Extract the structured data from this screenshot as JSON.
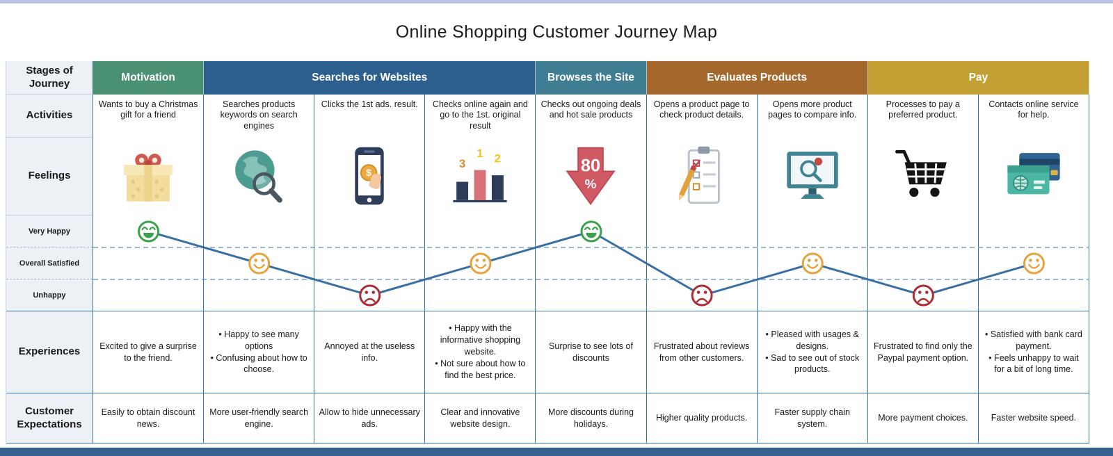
{
  "title": "Online Shopping Customer Journey Map",
  "row_labels": {
    "stages": "Stages of Journey",
    "activities": "Activities",
    "feelings": "Feelings",
    "very_happy": "Very Happy",
    "overall_satisfied": "Overall Satisfied",
    "unhappy": "Unhappy",
    "experiences": "Experiences",
    "expectations": "Customer Expectations"
  },
  "stages": [
    {
      "label": "Motivation",
      "span": 1,
      "color": "#4a9173"
    },
    {
      "label": "Searches for Websites",
      "span": 3,
      "color": "#2d5f8e"
    },
    {
      "label": "Browses the Site",
      "span": 1,
      "color": "#3e7d92"
    },
    {
      "label": "Evaluates Products",
      "span": 2,
      "color": "#a5682c"
    },
    {
      "label": "Pay",
      "span": 2,
      "color": "#c3a033"
    }
  ],
  "columns": [
    {
      "activity": "Wants to buy a Christmas gift for a friend",
      "icon": "gift-icon",
      "emotion": "very-happy",
      "experience": "Excited to give a surprise to the friend.",
      "expectation": "Easily to obtain discount news."
    },
    {
      "activity": "Searches products keywords on search engines",
      "icon": "globe-search-icon",
      "emotion": "overall-satisfied",
      "experience": "• Happy to see many options\n• Confusing about how to choose.",
      "expectation": "More user-friendly search engine."
    },
    {
      "activity": "Clicks the 1st ads. result.",
      "icon": "phone-ad-icon",
      "icon_text": "$",
      "emotion": "unhappy",
      "experience": "Annoyed at the useless info.",
      "expectation": "Allow to hide unnecessary ads."
    },
    {
      "activity": "Checks online again and go to the 1st. original result",
      "icon": "search-rank-bars-icon",
      "icon_texts": [
        "3",
        "1",
        "2"
      ],
      "emotion": "overall-satisfied",
      "experience": "• Happy with the informative shopping website.\n• Not sure about how to find the best price.",
      "expectation": "Clear and innovative website design."
    },
    {
      "activity": "Checks out ongoing deals and hot sale products",
      "icon": "discount-arrow-icon",
      "icon_texts": [
        "80",
        "%"
      ],
      "emotion": "very-happy",
      "experience": "Surprise to see lots of discounts",
      "expectation": "More discounts during holidays."
    },
    {
      "activity": "Opens a product page to check product details.",
      "icon": "checklist-clipboard-icon",
      "emotion": "unhappy",
      "experience": "Frustrated about reviews from other customers.",
      "expectation": "Higher quality products."
    },
    {
      "activity": "Opens more product pages to compare info.",
      "icon": "monitor-search-icon",
      "emotion": "overall-satisfied",
      "experience": "• Pleased with usages & designs.\n• Sad to see out of stock products.",
      "expectation": "Faster supply chain system."
    },
    {
      "activity": "Processes to pay a preferred product.",
      "icon": "shopping-cart-icon",
      "emotion": "unhappy",
      "experience": "Frustrated to find only the Paypal payment option.",
      "expectation": "More payment choices."
    },
    {
      "activity": "Contacts online service for help.",
      "icon": "credit-cards-icon",
      "emotion": "overall-satisfied",
      "experience": "• Satisfied with bank card payment.\n• Feels unhappy to wait for a bit of long time.",
      "expectation": "Faster website speed."
    }
  ],
  "colors": {
    "line": "#3a6fa3",
    "grid_dash": "#7f9dbf",
    "very_happy": "#3ba14b",
    "overall_satisfied": "#e5a33c",
    "unhappy": "#a92d32",
    "border": "#2e74b5",
    "left_column_bg": "#edf0f5",
    "bottom_bar": "#35618e",
    "top_strip": "#b7c3e2"
  },
  "chart_data": {
    "type": "line",
    "title": "Customer emotion level across journey stages",
    "categories": [
      "Wants to buy a Christmas gift for a friend",
      "Searches products keywords on search engines",
      "Clicks the 1st ads. result.",
      "Checks online again and go to the 1st. original result",
      "Checks out ongoing deals and hot sale products",
      "Opens a product page to check product details.",
      "Opens more product pages to compare info.",
      "Processes to pay a preferred product.",
      "Contacts online service for help."
    ],
    "values": [
      3,
      2,
      1,
      2,
      3,
      1,
      2,
      1,
      2
    ],
    "value_labels": [
      "Very Happy",
      "Overall Satisfied",
      "Unhappy",
      "Overall Satisfied",
      "Very Happy",
      "Unhappy",
      "Overall Satisfied",
      "Unhappy",
      "Overall Satisfied"
    ],
    "ylabel": "",
    "xlabel": "",
    "ytick_labels": [
      "Unhappy",
      "Overall Satisfied",
      "Very Happy"
    ],
    "ylim": [
      0.5,
      3.5
    ],
    "grid": "dashed horizontal separators",
    "legend_position": "none"
  }
}
